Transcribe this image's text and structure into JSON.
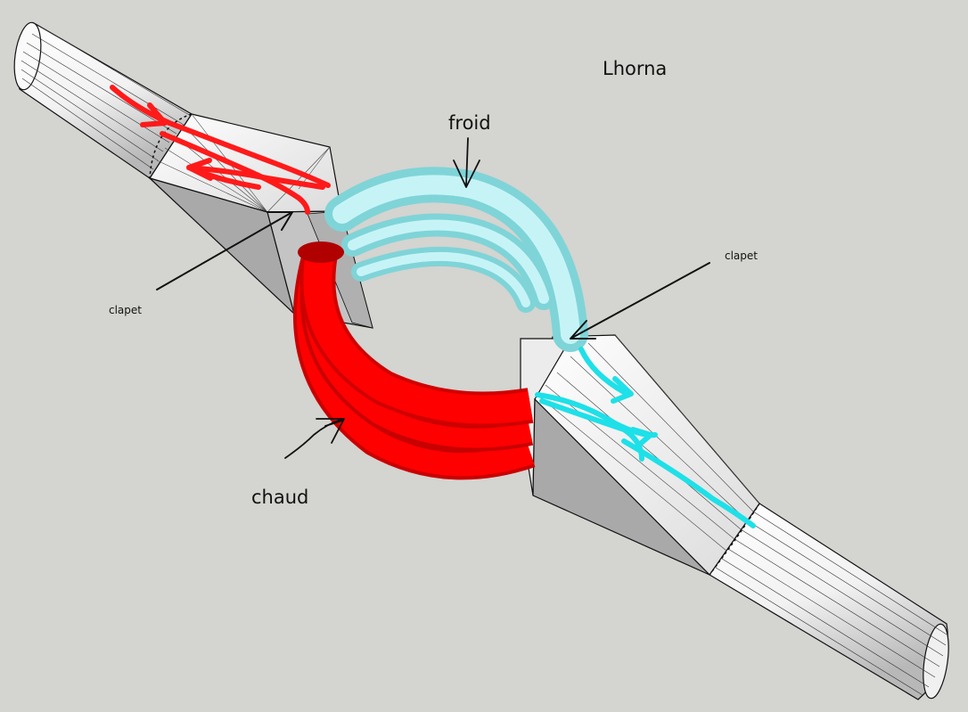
{
  "labels": {
    "author": "Lhorna",
    "cold": "froid",
    "hot": "chaud",
    "valve_left": "clapet",
    "valve_right": "clapet"
  },
  "colors": {
    "background": "#d4d4d0",
    "hot_pipe": "#ff0000",
    "cold_pipe": "#a8eef0",
    "hot_flow": "#ff1a1a",
    "cold_flow": "#1ee0e8",
    "outline": "#111111"
  },
  "icons": {
    "cold_arrow": "arrow-down-icon",
    "hot_arrow": "arrow-up-right-icon",
    "valve_pointer": "pointer-arrow-icon"
  }
}
